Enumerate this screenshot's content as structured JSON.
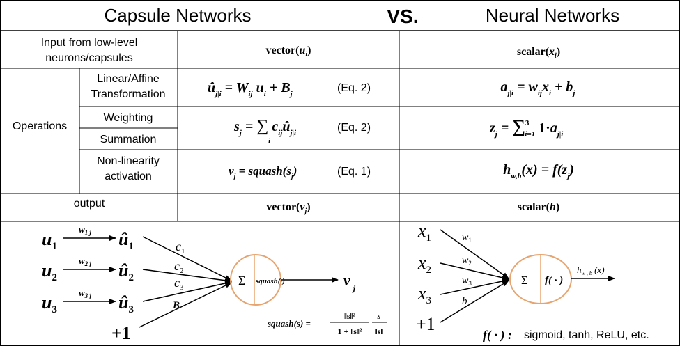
{
  "header": {
    "left_title": "Capsule Networks",
    "vs": "VS.",
    "right_title": "Neural Networks"
  },
  "rows": {
    "input_label": "Input from low-level neurons/capsules",
    "input_label_lines": [
      "Input from low-level",
      "neurons/capsules"
    ],
    "input_caps": "vector(u_i)",
    "input_nn": "scalar(x_i)",
    "operations_label": "Operations",
    "linear_label_lines": [
      "Linear/Affine",
      "Transformation"
    ],
    "linear_caps": "û_j|i = W_ij u_i + B_j",
    "linear_caps_eq": "(Eq. 2)",
    "linear_nn": "a_j|i = w_ij x_i + b_j",
    "weighting_label": "Weighting",
    "summation_label": "Summation",
    "sum_caps": "s_j = Σ_i c_ij û_j|i",
    "sum_caps_eq": "(Eq. 2)",
    "sum_nn": "z_j = Σ_{i=1}^{3} 1·a_j|i",
    "nonlin_label_lines": [
      "Non-linearity",
      "activation"
    ],
    "nonlin_caps": "v_j = squash(s_j)",
    "nonlin_caps_eq": "(Eq. 1)",
    "nonlin_nn": "h_w,b(x) = f(z_j)",
    "output_label": "output",
    "output_caps": "vector(v_j)",
    "output_nn": "scalar(h)"
  },
  "capsule_diagram": {
    "inputs": [
      "u1",
      "u2",
      "u3",
      "+1"
    ],
    "weights": [
      "w1j",
      "w2j",
      "w3j"
    ],
    "hats": [
      "û1",
      "û2",
      "û3"
    ],
    "couplings": [
      "c1",
      "c2",
      "c3",
      "B"
    ],
    "sum_symbol": "Σ",
    "squash_label": "squash(·)",
    "output": "v j",
    "formula_lhs": "squash(s) =",
    "formula_num": "‖s‖²",
    "formula_den": "1 + ‖s‖²",
    "formula_frac2_num": "s",
    "formula_frac2_den": "‖s‖",
    "circle_color": "#e8a46e"
  },
  "neuron_diagram": {
    "inputs": [
      "x1",
      "x2",
      "x3",
      "+1"
    ],
    "weights": [
      "w1",
      "w2",
      "w3",
      "b"
    ],
    "sum_symbol": "Σ",
    "f_label": "f( · )",
    "output": "h w,b (x)",
    "note_f": "f( · ) :",
    "note_text": "sigmoid, tanh, ReLU, etc.",
    "circle_color": "#e8a46e"
  }
}
